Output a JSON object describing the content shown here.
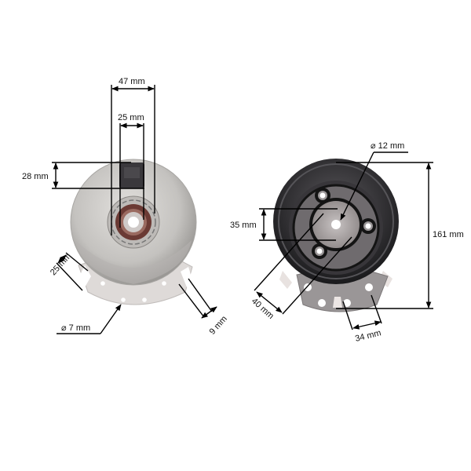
{
  "diagram": {
    "subject": "Electric PTO clutch dimension drawing",
    "views": [
      {
        "name": "front-view",
        "dimensions": {
          "overall_width": "47 mm",
          "connector_width": "25 mm",
          "connector_height": "28 mm",
          "bracket_slot_width": "25 mm",
          "bracket_slot_right": "9 mm",
          "mount_hole_diameter": "⌀ 7 mm"
        }
      },
      {
        "name": "rear-view",
        "dimensions": {
          "bore_diameter": "⌀ 12 mm",
          "hub_height": "35 mm",
          "overall_height": "161 mm",
          "hub_diagonal": "40 mm",
          "slot_spacing": "34 mm"
        }
      }
    ],
    "colors": {
      "background": "#ffffff",
      "dimension_line": "#000000",
      "housing_silver": "#c9c7c4",
      "pulley_black": "#2e2d30",
      "hub_grey": "#a9a4a4",
      "bearing_brown": "#6b3a34",
      "bracket_light": "#dedad8"
    }
  }
}
